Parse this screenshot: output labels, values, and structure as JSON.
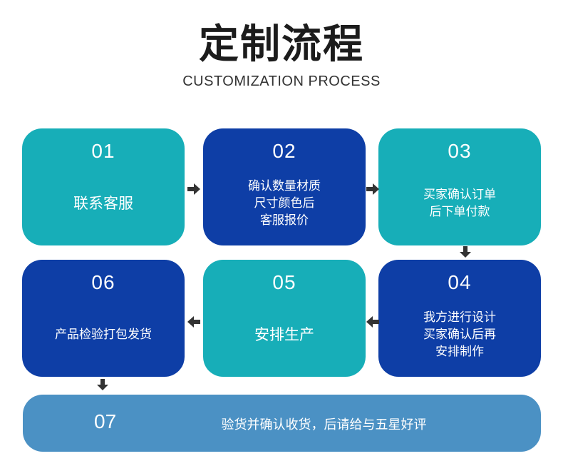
{
  "header": {
    "title": "定制流程",
    "subtitle": "CUSTOMIZATION PROCESS"
  },
  "steps": [
    {
      "num": "01",
      "text": "联系客服"
    },
    {
      "num": "02",
      "text": "确认数量材质\n尺寸颜色后\n客服报价"
    },
    {
      "num": "03",
      "text": "买家确认订单\n后下单付款"
    },
    {
      "num": "04",
      "text": "我方进行设计\n买家确认后再\n安排制作"
    },
    {
      "num": "05",
      "text": "安排生产"
    },
    {
      "num": "06",
      "text": "产品检验打包发货"
    },
    {
      "num": "07",
      "text": "验货并确认收货，后请给与五星好评"
    }
  ],
  "colors": {
    "teal": "#17aeb8",
    "blue": "#0e3ea6",
    "light_blue": "#4b91c4",
    "arrow": "#333333"
  }
}
